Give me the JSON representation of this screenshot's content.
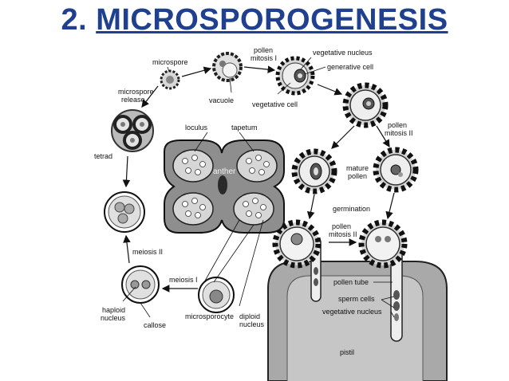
{
  "title": {
    "number": "2.",
    "text": "MICROSPOROGENESIS"
  },
  "labels": {
    "microspore": "microspore",
    "pollen_mitosis_1": [
      "pollen",
      "mitosis I"
    ],
    "vegetative_nucleus_top": "vegetative nucleus",
    "generative_cell": "generative cell",
    "vacuole": "vacuole",
    "vegetative_cell": "vegetative cell",
    "microspore_release": [
      "microspore",
      "release"
    ],
    "locules": "loculus",
    "tapetum": "tapetum",
    "pollen_mitosis_2_right": [
      "pollen",
      "mitosis II"
    ],
    "tetrad": "tetrad",
    "anther": "anther",
    "mature_pollen": [
      "mature",
      "pollen"
    ],
    "germination": "germination",
    "pollen_mitosis_2_bottom": [
      "pollen",
      "mitosis II"
    ],
    "meiosis_2": "meiosis II",
    "meiosis_1": "meiosis I",
    "pollen_tube": "pollen tube",
    "sperm_cells": "sperm cells",
    "vegetative_nucleus_bottom": "vegetative nucleus",
    "haploid_nucleus": [
      "haploid",
      "nucleus"
    ],
    "callose": "callose",
    "microsporocyte": "microsporocyte",
    "diploid_nucleus": [
      "diploid",
      "nucleus"
    ],
    "pistil": "pistil"
  },
  "colors": {
    "title": "#1f3f8f",
    "dark": "#2a2a2a",
    "mid": "#8a8a8a",
    "light": "#d4d4d4",
    "tissue": "#a9a9a9"
  }
}
